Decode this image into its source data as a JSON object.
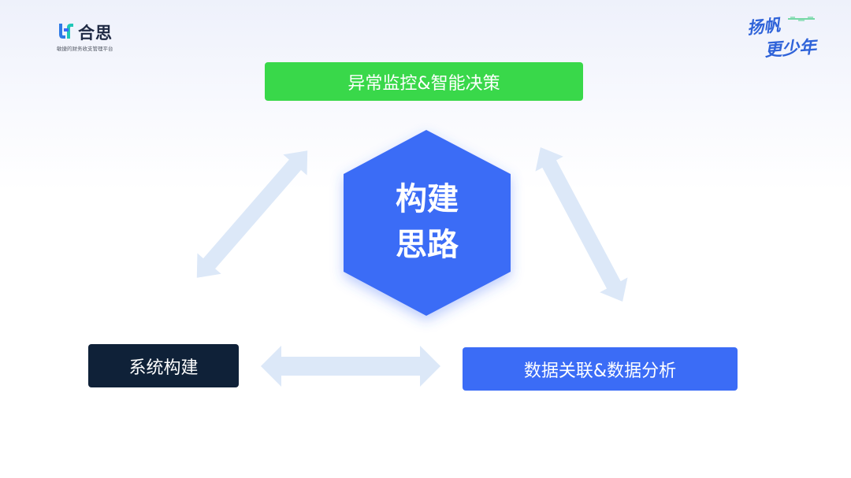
{
  "brand": {
    "name": "合思",
    "tagline": "敏捷的财务收支管理平台",
    "slogan_line1": "扬帆",
    "slogan_line2": "更少年"
  },
  "diagram": {
    "center_line1": "构建",
    "center_line2": "思路",
    "top_node": "异常监控&智能决策",
    "left_node": "系统构建",
    "right_node": "数据关联&数据分析"
  },
  "colors": {
    "top_node": "#39d84a",
    "left_node": "#0f2138",
    "right_node": "#3b6cf6",
    "center_hex": "#3b6cf6",
    "arrows": "#dce8f8"
  }
}
